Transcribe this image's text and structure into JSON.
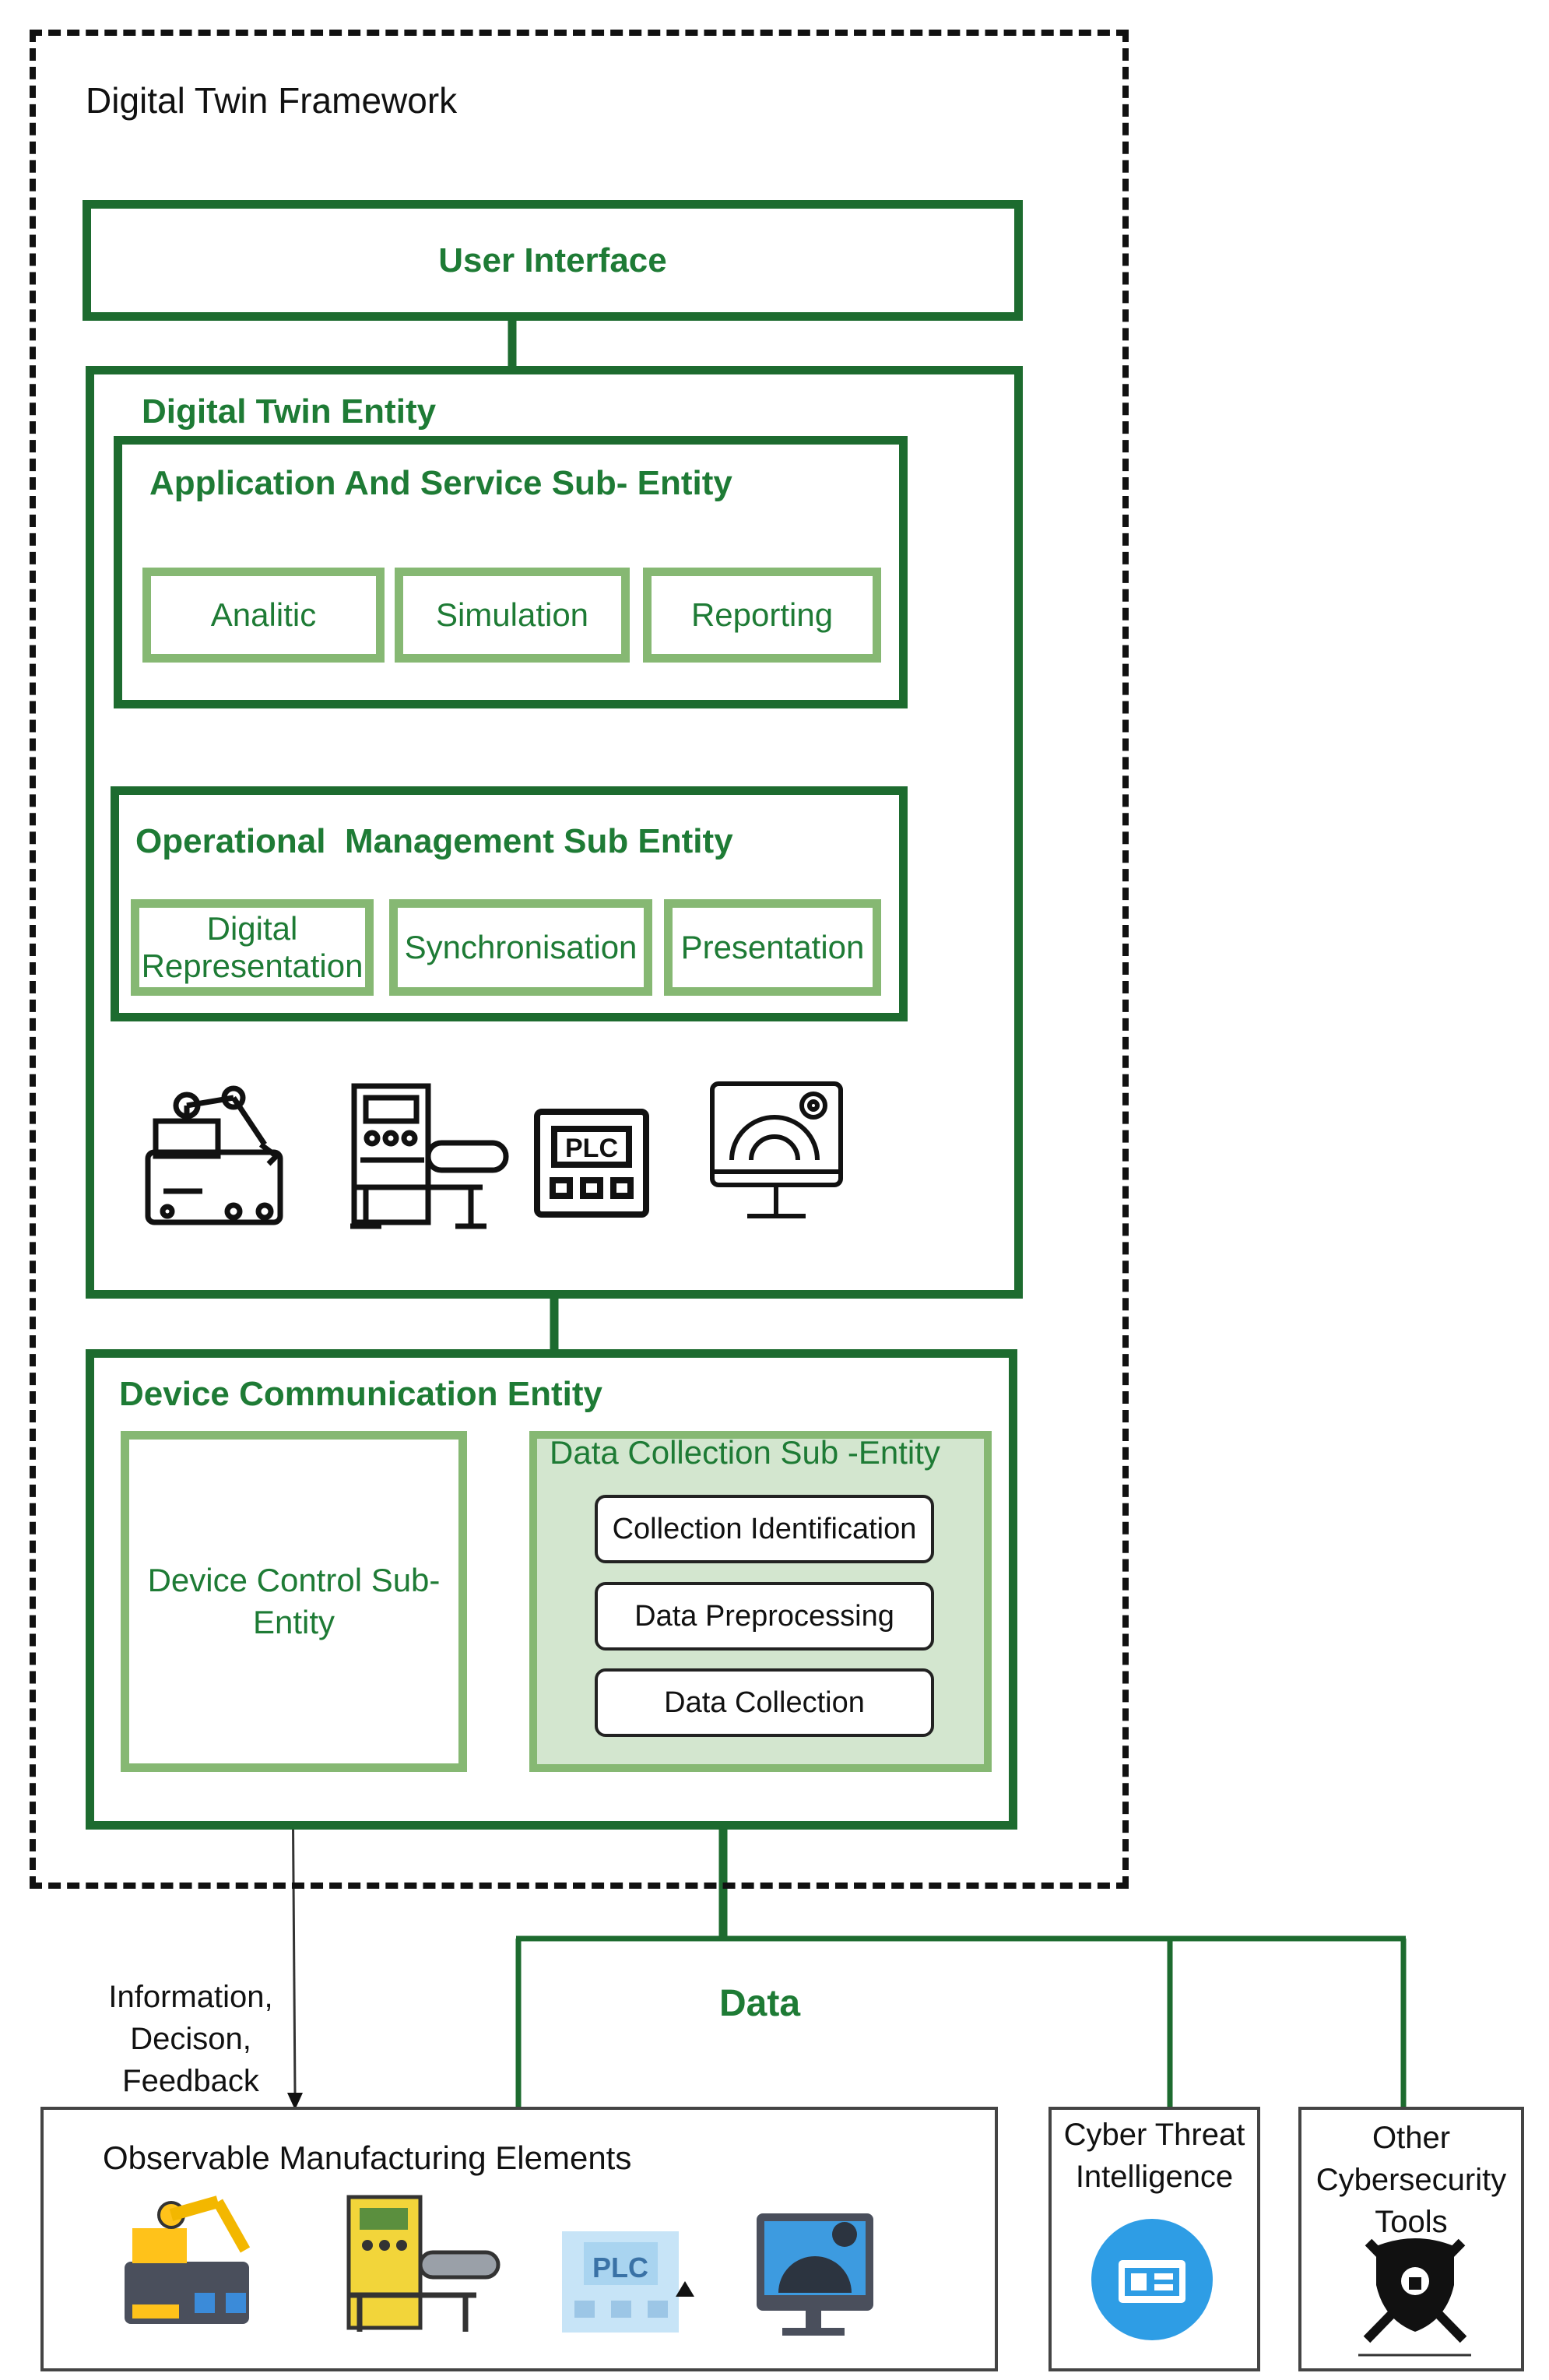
{
  "framework": {
    "title": "Digital Twin Framework"
  },
  "user_interface": {
    "label": "User Interface"
  },
  "digital_twin_entity": {
    "title": "Digital Twin Entity",
    "application_service": {
      "title": "Application And Service Sub- Entity",
      "items": [
        "Analitic",
        "Simulation",
        "Reporting"
      ]
    },
    "operational_management": {
      "title": "Operational  Management Sub Entity",
      "items": [
        "Digital Representation",
        "Synchronisation",
        "Presentation"
      ]
    },
    "icons": [
      "robot-arm-icon",
      "conveyor-machine-icon",
      "plc-icon",
      "monitor-gear-icon"
    ]
  },
  "device_communication": {
    "title": "Device Communication Entity",
    "device_control": "Device Control Sub- Entity",
    "data_collection": {
      "title": "Data Collection Sub -Entity",
      "items": [
        "Collection Identification",
        "Data Preprocessing",
        "Data Collection"
      ]
    }
  },
  "flows": {
    "feedback_label": "Information, Decison, Feedback",
    "data_label": "Data"
  },
  "observable": {
    "title": "Observable Manufacturing Elements",
    "icons": [
      "robot-arm-icon",
      "conveyor-machine-icon",
      "plc-icon",
      "monitor-gear-icon"
    ],
    "plc_text": "PLC"
  },
  "cyber_threat": {
    "title": "Cyber Threat Intelligence"
  },
  "other_tools": {
    "title": "Other Cybersecurity Tools"
  },
  "colors": {
    "dark_green": "#1d6b2f",
    "light_green": "#86b873",
    "fill_green": "#d3e6cf",
    "text_green": "#1e7b35"
  }
}
